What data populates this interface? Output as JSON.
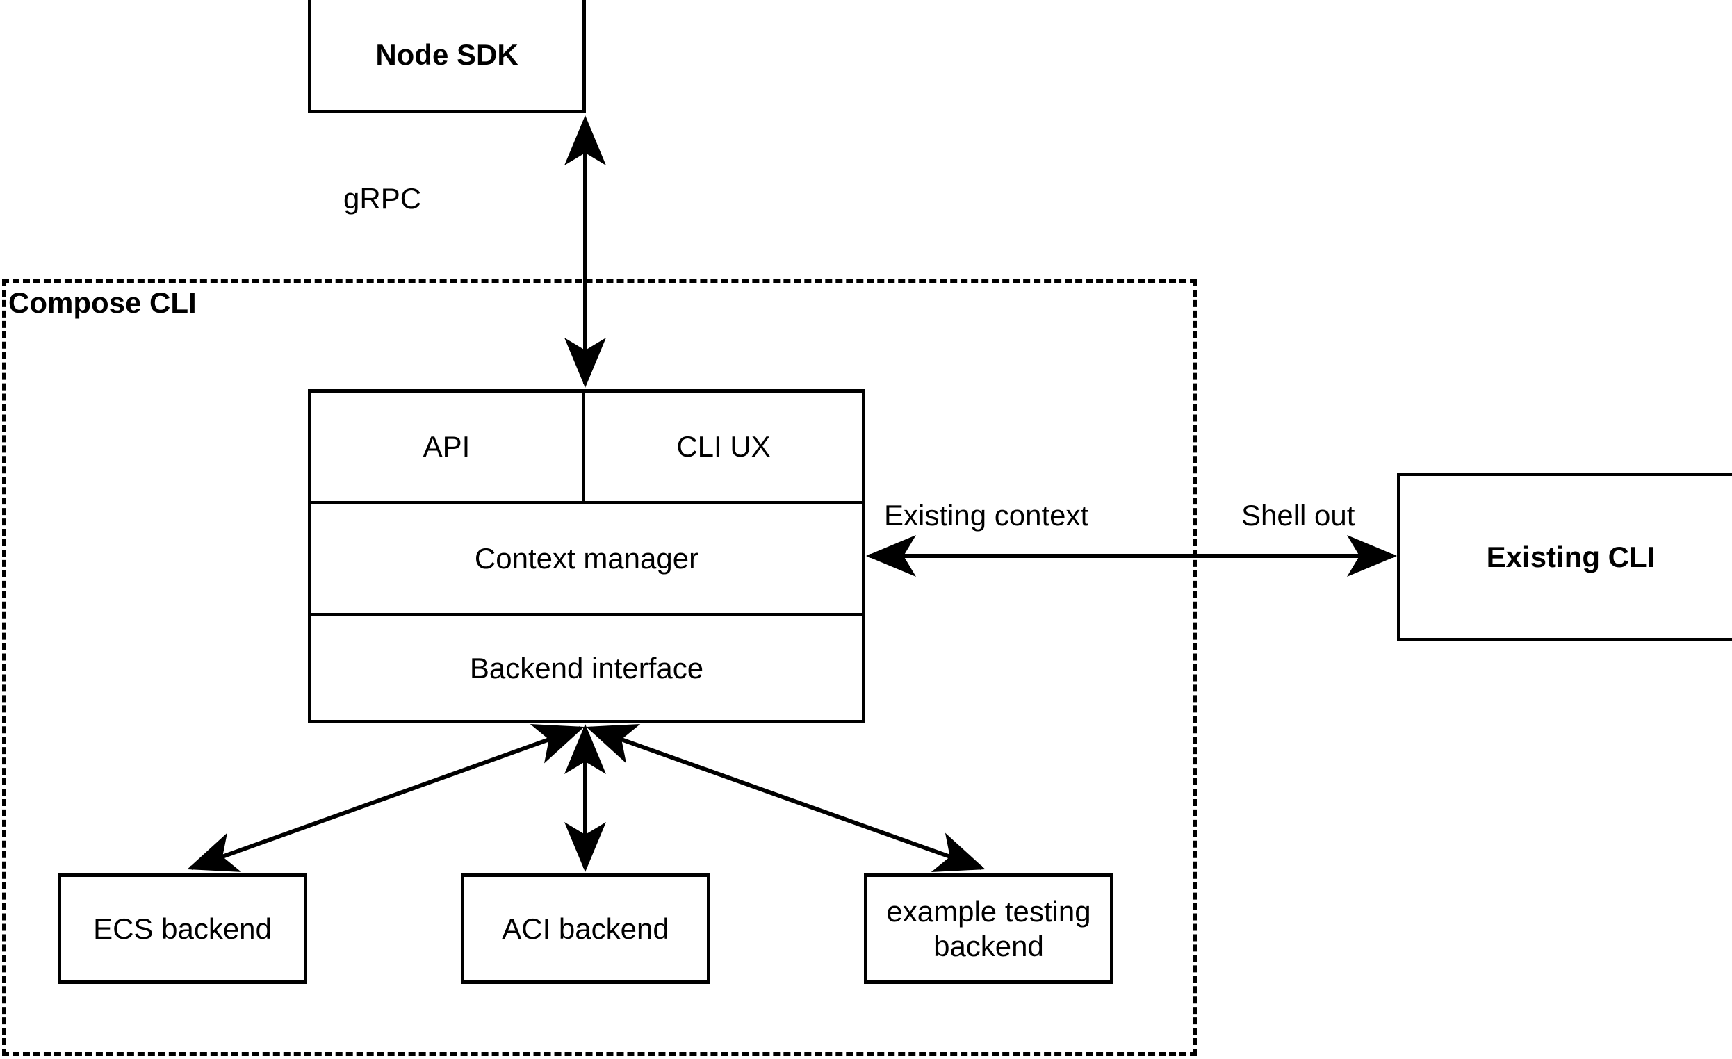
{
  "diagram": {
    "title_nodes": {
      "node_sdk": "Node SDK",
      "existing_cli": "Existing CLI"
    },
    "group": {
      "label": "Compose CLI"
    },
    "compose_stack": {
      "api": "API",
      "cli_ux": "CLI UX",
      "context_manager": "Context manager",
      "backend_interface": "Backend interface"
    },
    "backends": {
      "ecs": "ECS backend",
      "aci": "ACI backend",
      "example": "example testing backend"
    },
    "edges": {
      "grpc": "gRPC",
      "existing_context": "Existing context",
      "shell_out": "Shell out"
    },
    "colors": {
      "stroke": "#000000",
      "fill": "#ffffff"
    }
  }
}
